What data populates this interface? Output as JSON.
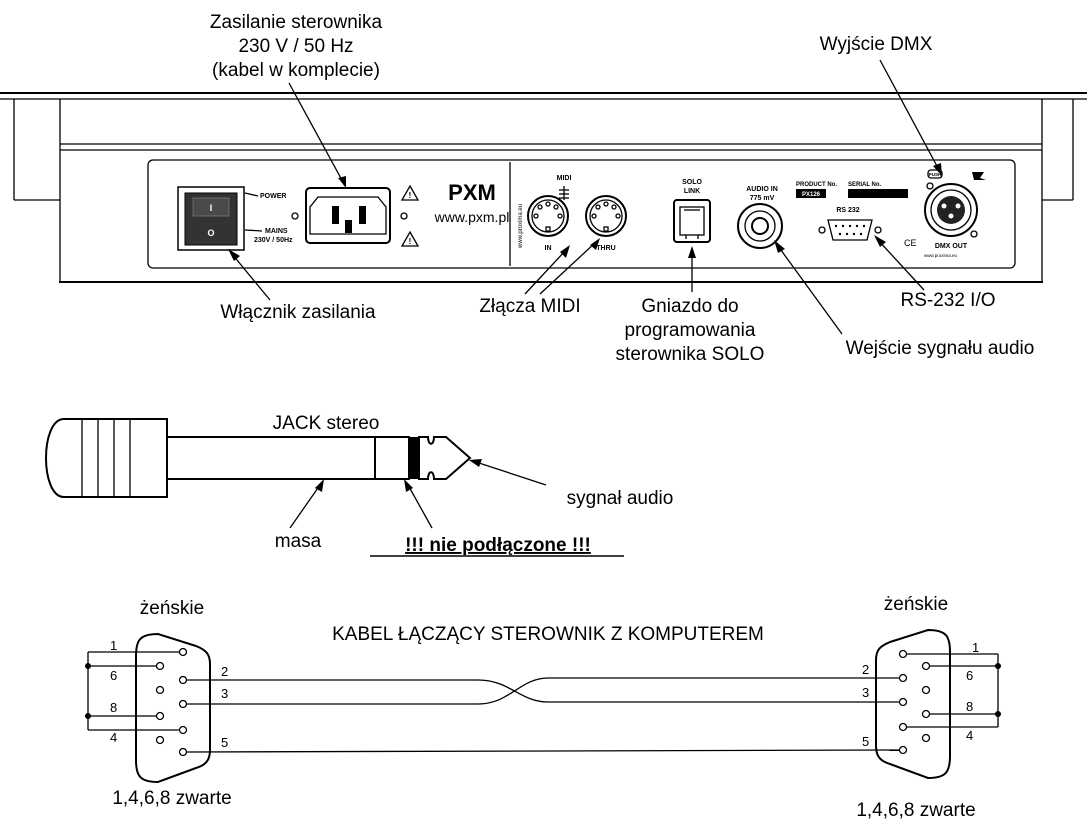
{
  "callouts": {
    "power_supply": [
      "Zasilanie sterownika",
      "230 V / 50 Hz",
      "(kabel w komplecie)"
    ],
    "dmx_output": "Wyjście DMX",
    "power_switch": "Włącznik zasilania",
    "midi_connectors": "Złącza MIDI",
    "solo_socket": [
      "Gniazdo do",
      "programowania",
      "sterownika SOLO"
    ],
    "rs232": "RS-232 I/O",
    "audio_input": "Wejście sygnału audio"
  },
  "panel": {
    "power_label": "POWER",
    "mains_label": [
      "MAINS",
      "230V / 50Hz"
    ],
    "switch_on": "I",
    "switch_off": "O",
    "brand": "PXM",
    "website": "www.pxm.pl",
    "side_url": "www.proxima.eu",
    "midi_label": "MIDI",
    "midi_in": "IN",
    "midi_thru": "THRU",
    "solo_label": [
      "SOLO",
      "LINK"
    ],
    "audio_label": [
      "AUDIO IN",
      "775 mV"
    ],
    "product_label": "PRODUCT No.",
    "product_value": "PX126",
    "serial_label": "SERIAL No.",
    "rs232_label": "RS 232",
    "push_label": "PUSH",
    "dmx_out_label": "DMX OUT",
    "ce_mark": "CE",
    "bottom_url": "www.proxima.eu"
  },
  "jack": {
    "title": "JACK stereo",
    "ground": "masa",
    "not_connected": "!!! nie podłączone !!!",
    "signal": "sygnał audio"
  },
  "cable": {
    "title": "KABEL ŁĄCZĄCY STEROWNIK Z KOMPUTEREM",
    "left_label": "żeńskie",
    "right_label": "żeńskie",
    "left_note": "1,4,6,8 zwarte",
    "right_note": "1,4,6,8 zwarte",
    "pins_left": [
      "1",
      "6",
      "2",
      "3",
      "8",
      "4",
      "5"
    ],
    "pins_right": [
      "1",
      "6",
      "2",
      "3",
      "8",
      "4",
      "5"
    ]
  }
}
